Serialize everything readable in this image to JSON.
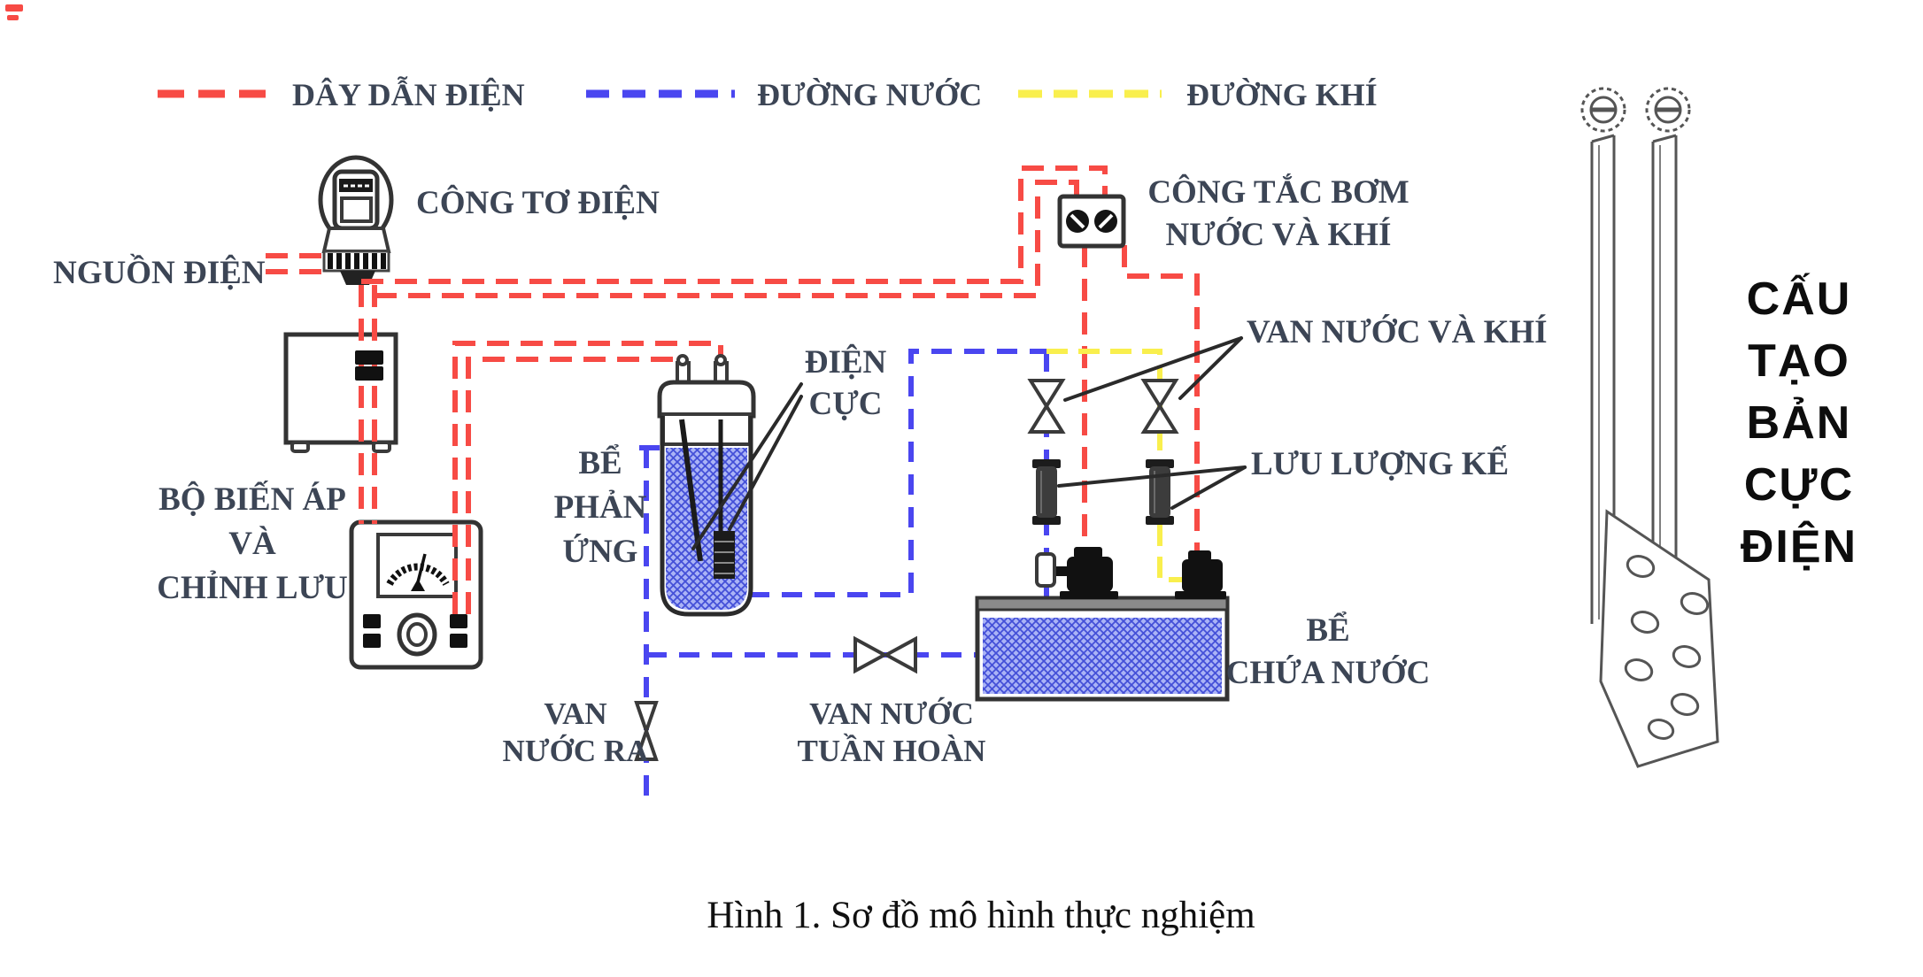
{
  "figure": {
    "caption": "Hình 1. Sơ đồ mô hình thực nghiệm"
  },
  "colors": {
    "electric_wire": "#f74b45",
    "water_line": "#4a46f0",
    "air_line": "#f9ef4d",
    "label_text": "#3c4555",
    "ink": "#2b2b2b",
    "water_fill": "#aab3f6",
    "water_hatch": "#4450d8"
  },
  "legend": {
    "items": [
      {
        "id": "electric-wire",
        "label": "DÂY DẪN ĐIỆN",
        "color": "#f74b45"
      },
      {
        "id": "water-line",
        "label": "ĐƯỜNG NƯỚC",
        "color": "#4a46f0"
      },
      {
        "id": "air-line",
        "label": "ĐƯỜNG KHÍ",
        "color": "#f9ef4d"
      }
    ]
  },
  "labels": {
    "power_source": "NGUỒN ĐIỆN",
    "electric_meter": "CÔNG TƠ ĐIỆN",
    "transformer": {
      "l1": "BỘ BIẾN ÁP",
      "l2": "VÀ",
      "l3": "CHỈNH LƯU"
    },
    "reaction_tank": {
      "l1": "BỂ",
      "l2": "PHẢN",
      "l3": "ỨNG"
    },
    "electrode": {
      "l1": "ĐIỆN",
      "l2": "CỰC"
    },
    "pump_switch": {
      "l1": "CÔNG TẮC BƠM",
      "l2": "NƯỚC VÀ KHÍ"
    },
    "valves": "VAN NƯỚC VÀ KHÍ",
    "flow_meter": "LƯU LƯỢNG KẾ",
    "water_tank": {
      "l1": "BỂ",
      "l2": "CHỨA NƯỚC"
    },
    "outlet_valve": {
      "l1": "VAN",
      "l2": "NƯỚC RA"
    },
    "circulation_valve": {
      "l1": "VAN NƯỚC",
      "l2": "TUẦN HOÀN"
    },
    "electrode_structure": {
      "l1": "CẤU",
      "l2": "TẠO",
      "l3": "BẢN",
      "l4": "CỰC",
      "l5": "ĐIỆN"
    }
  }
}
